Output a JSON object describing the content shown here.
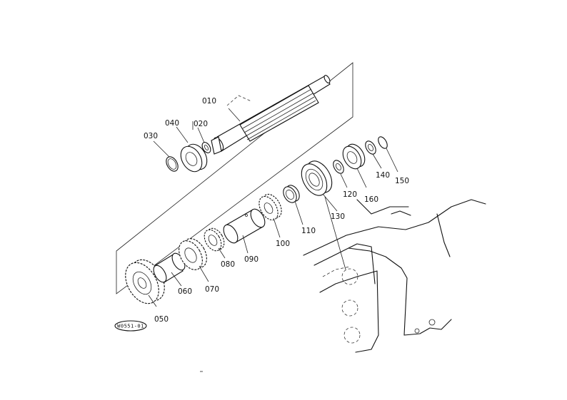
{
  "diagram": {
    "callouts": [
      {
        "id": "010",
        "text": "010"
      },
      {
        "id": "020",
        "text": "020"
      },
      {
        "id": "030",
        "text": "030"
      },
      {
        "id": "040",
        "text": "040"
      },
      {
        "id": "050",
        "text": "050"
      },
      {
        "id": "060",
        "text": "060"
      },
      {
        "id": "070",
        "text": "070"
      },
      {
        "id": "080",
        "text": "080"
      },
      {
        "id": "090",
        "text": "090"
      },
      {
        "id": "100",
        "text": "100"
      },
      {
        "id": "110",
        "text": "110"
      },
      {
        "id": "120",
        "text": "120"
      },
      {
        "id": "130",
        "text": "130"
      },
      {
        "id": "140",
        "text": "140"
      },
      {
        "id": "150",
        "text": "150"
      },
      {
        "id": "160",
        "text": "160"
      }
    ],
    "badge": "W0551-01"
  }
}
